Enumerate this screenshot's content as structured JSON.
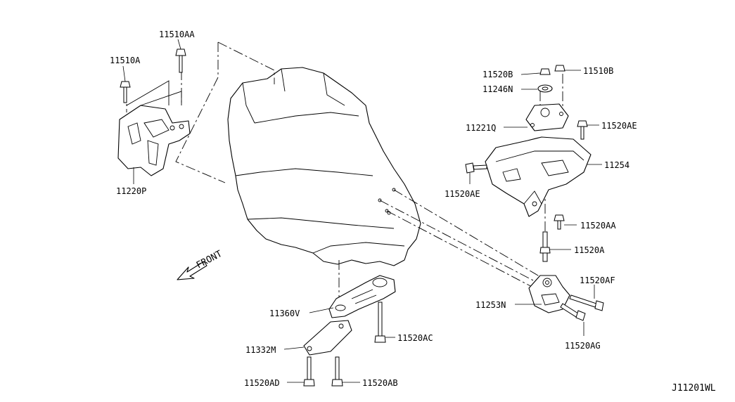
{
  "parts": {
    "p11510AA": "11510AA",
    "p11510A": "11510A",
    "p11220P": "11220P",
    "p11520B": "11520B",
    "p11510B": "11510B",
    "p11246N": "11246N",
    "p11221Q": "11221Q",
    "p11520AE_top": "11520AE",
    "p11254": "11254",
    "p11520AE_left": "11520AE",
    "p11520AA": "11520AA",
    "p11520A": "11520A",
    "p11520AF": "11520AF",
    "p11253N": "11253N",
    "p11520AG": "11520AG",
    "p11360V": "11360V",
    "p11520AC": "11520AC",
    "p11332M": "11332M",
    "p11520AD": "11520AD",
    "p11520AB": "11520AB"
  },
  "front_label": "FRONT",
  "diagram_code": "J11201WL"
}
